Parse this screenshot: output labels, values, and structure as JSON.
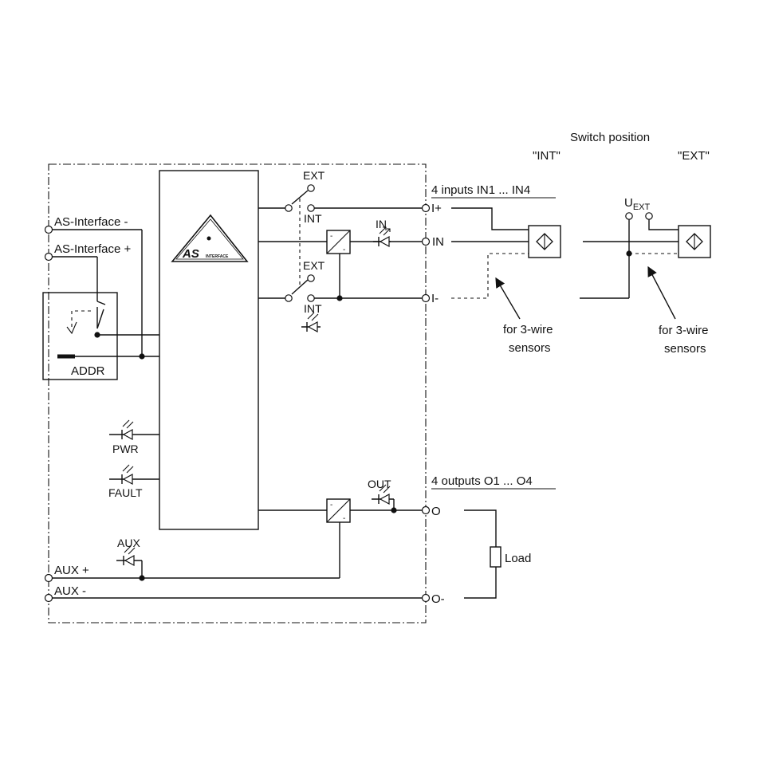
{
  "header": {
    "switch_position": "Switch position",
    "int_label": "\"INT\"",
    "ext_label": "\"EXT\""
  },
  "terminals": {
    "as_interface_minus": "AS-Interface -",
    "as_interface_plus": "AS-Interface +",
    "aux_plus": "AUX +",
    "aux_minus": "AUX -",
    "i_plus": "I+",
    "in": "IN",
    "i_minus": "I-",
    "o": "O",
    "o_minus": "O-"
  },
  "sections": {
    "inputs_title": "4 inputs IN1 ... IN4",
    "outputs_title": "4 outputs O1 ... O4"
  },
  "switches": {
    "ext_top": "EXT",
    "int_top": "INT",
    "ext_bottom": "EXT",
    "int_bottom": "INT"
  },
  "leds": {
    "in": "IN",
    "out": "OUT",
    "pwr": "PWR",
    "fault": "FAULT",
    "aux": "AUX"
  },
  "addr_label": "ADDR",
  "logo": {
    "text": "AS",
    "subtext": "INTERFACE"
  },
  "notes": {
    "three_wire_int_line1": "for 3-wire",
    "three_wire_int_line2": "sensors",
    "three_wire_ext_line1": "for 3-wire",
    "three_wire_ext_line2": "sensors"
  },
  "uext": {
    "main": "U",
    "sub": "EXT"
  },
  "load_label": "Load"
}
